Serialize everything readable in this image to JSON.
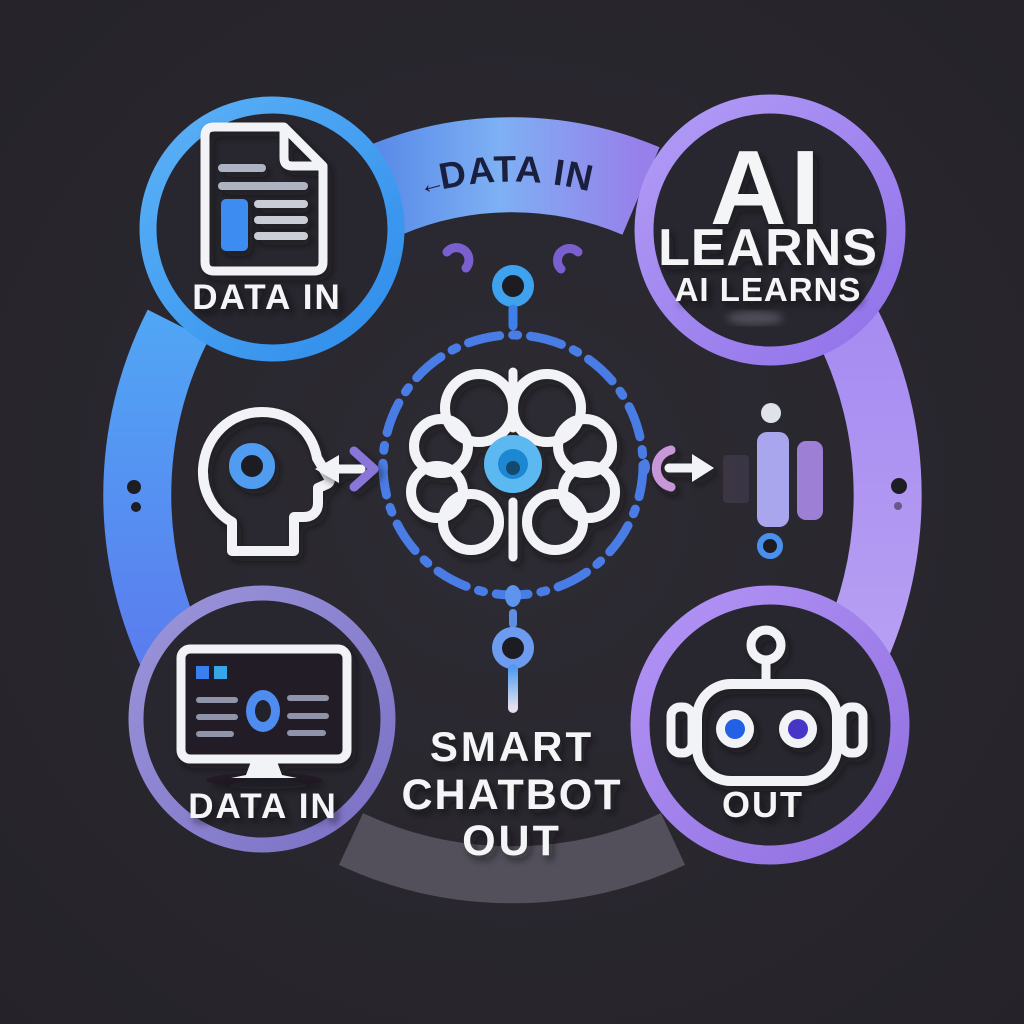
{
  "background": {
    "color": "#2a2830"
  },
  "banner": {
    "arrow": "←",
    "label": "DATA IN"
  },
  "nodes": {
    "top_left": {
      "label": "DATA IN",
      "icon": "document-icon",
      "ring_color": "#3f9bf0"
    },
    "top_right": {
      "title": "AI",
      "line2": "LEARNS",
      "line3": "AI LEARNS",
      "ring_color": "#a184f1"
    },
    "bottom_left": {
      "label": "DATA IN",
      "icon": "monitor-icon",
      "ring_color": "#8d86d3"
    },
    "bottom_right": {
      "label": "OUT",
      "icon": "robot-icon",
      "ring_color": "#a88cf2"
    }
  },
  "center": {
    "icon": "brain-icon"
  },
  "caption": {
    "line1": "SMART",
    "line2": "CHATBOT",
    "line3": "OUT"
  },
  "side_elements": {
    "left_icon": "head-profile-icon",
    "right_icon": "signal-bars-icon",
    "left_arrow": "bidirectional-arrow",
    "right_arrow": "arrow-right"
  },
  "palette": {
    "blue": "#3f9bf0",
    "purple": "#a184f1",
    "lavender": "#8d86d3",
    "banner_text": "#1a1f3d",
    "icon_white": "#f2f3f6",
    "bar_light": "#a9a6ee",
    "bar_purple": "#9d7fd6",
    "doc_accent": "#3c8cf2",
    "oval_accent": "#4f8cf0"
  }
}
